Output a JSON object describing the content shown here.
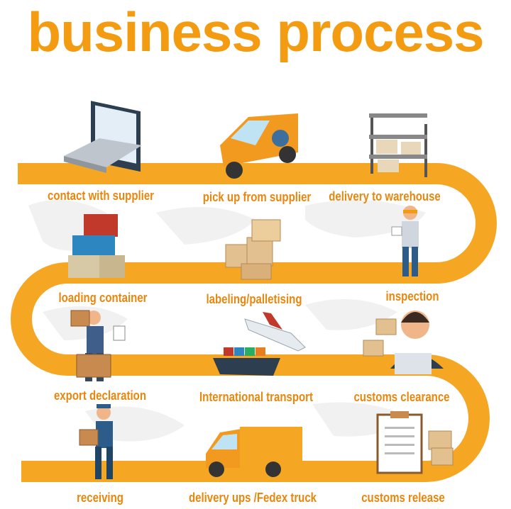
{
  "title": "business process",
  "steps": [
    {
      "label": "contact with supplier",
      "icon": "laptop-icon"
    },
    {
      "label": "pick up from supplier",
      "icon": "van-icon"
    },
    {
      "label": "delivery to warehouse",
      "icon": "shelf-icon"
    },
    {
      "label": "inspection",
      "icon": "inspector-icon"
    },
    {
      "label": "labeling/palletising",
      "icon": "boxes-icon"
    },
    {
      "label": "loading container",
      "icon": "container-icon"
    },
    {
      "label": "export declaration",
      "icon": "worker-carrying-box-icon"
    },
    {
      "label": "International  transport",
      "icon": "plane-ship-icon"
    },
    {
      "label": "customs clearance",
      "icon": "customs-officer-icon"
    },
    {
      "label": "receiving",
      "icon": "delivery-man-icon"
    },
    {
      "label": "delivery ups /Fedex truck",
      "icon": "delivery-truck-icon"
    },
    {
      "label": "customs release",
      "icon": "clipboard-icon"
    }
  ],
  "colors": {
    "accent": "#f39c12",
    "label": "#e8870e",
    "road": "#f5a623"
  }
}
